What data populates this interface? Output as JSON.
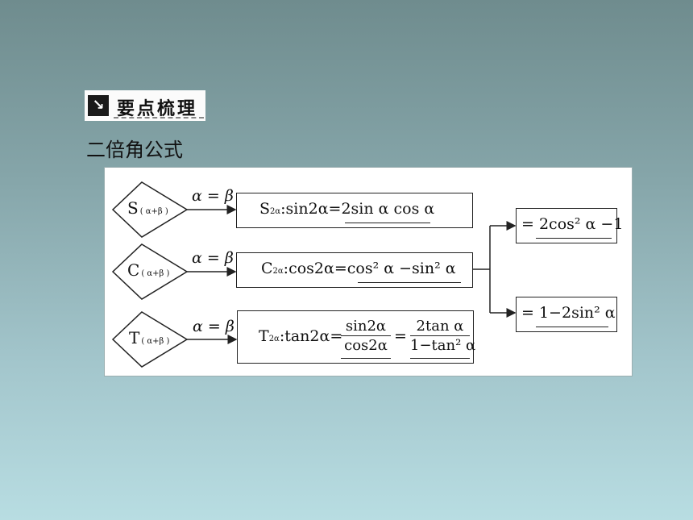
{
  "header": {
    "badge_icon": "↘",
    "badge_text": "要点梳理"
  },
  "section_title": "二倍角公式",
  "diagram": {
    "diamonds": [
      {
        "letter": "S",
        "sub": "( α+β )"
      },
      {
        "letter": "C",
        "sub": "( α+β )"
      },
      {
        "letter": "T",
        "sub": "( α+β )"
      }
    ],
    "condition": "α = β",
    "sin_box": {
      "head": "S",
      "head_sub": "2α",
      "lhs": ":sin2α=",
      "rhs": "2sin α cos α"
    },
    "cos_box": {
      "head": "C",
      "head_sub": "2α",
      "lhs": ":cos2α=",
      "rhs": "cos² α −sin² α"
    },
    "tan_box": {
      "head": "T",
      "head_sub": "2α",
      "lhs": ":tan2α=",
      "frac1_num": "sin2α",
      "frac1_den": "cos2α",
      "eq": "=",
      "frac2_num": "2tan α",
      "frac2_den": "1−tan² α"
    },
    "cos_alt1": {
      "eq": "= ",
      "rhs": "2cos² α −1"
    },
    "cos_alt2": {
      "eq": "= ",
      "rhs": "1−2sin² α"
    }
  }
}
